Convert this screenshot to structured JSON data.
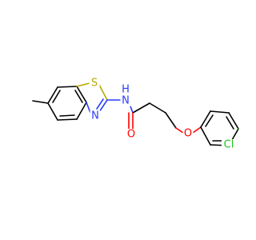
{
  "atoms": {
    "s": {
      "label": "S",
      "color": "#b8a800"
    },
    "n_ring": {
      "label": "N",
      "color": "#2a3cff"
    },
    "nh_n": {
      "label": "N",
      "color": "#2a3cff"
    },
    "nh_h": {
      "label": "H",
      "color": "#2a3cff"
    },
    "o_carbonyl": {
      "label": "O",
      "color": "#ff0000"
    },
    "o_ether": {
      "label": "O",
      "color": "#ff0000"
    },
    "cl": {
      "label": "Cl",
      "color": "#1fc21f"
    }
  }
}
